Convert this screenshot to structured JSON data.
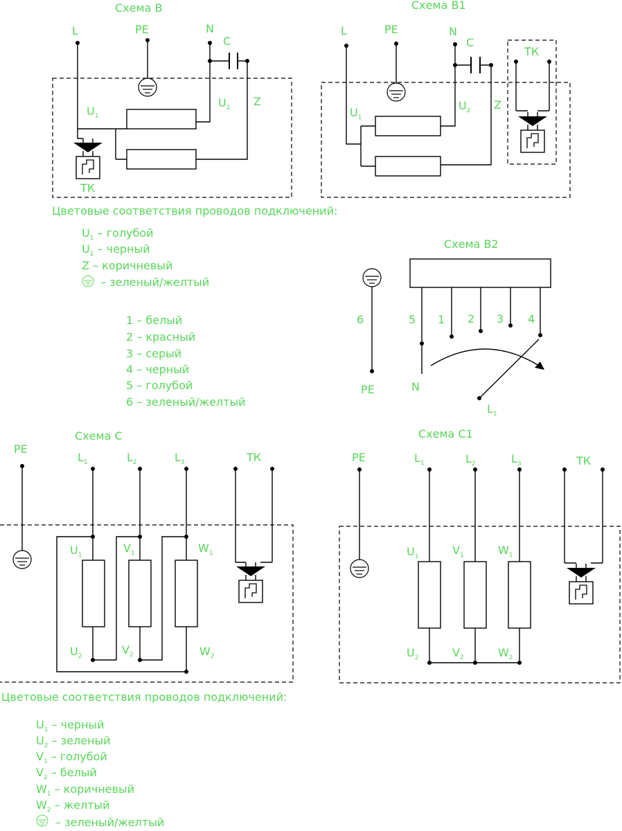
{
  "schemes": {
    "b": {
      "title": "Схема В",
      "tk": "ТК",
      "z": "Z"
    },
    "b1": {
      "title": "Схема В1",
      "tk": "ТК",
      "z": "Z"
    },
    "b2": {
      "title": "Схема В2",
      "n": "N",
      "pe": "PE",
      "l": "L",
      "wires": [
        "5",
        "1",
        "2",
        "3",
        "4"
      ],
      "ground_wire": "6"
    },
    "c": {
      "title": "Схема С",
      "tk": "ТК"
    },
    "c1": {
      "title": "Схема С1",
      "tk": "ТК"
    }
  },
  "labels": {
    "l": "L",
    "pe": "PE",
    "n": "N",
    "c": "C",
    "u": "U",
    "v": "V",
    "w": "W",
    "sub1": "1",
    "sub2": "2",
    "sub3": "3"
  },
  "legend1": {
    "title": "Цветовые соответствия проводов подключений:",
    "u1": "– голубой",
    "u2": "– черный",
    "z": "Z – коричневый",
    "ground": "– зеленый/желтый"
  },
  "numbered": [
    "1 – белый",
    "2 – красный",
    "3 – серый",
    "4 – черный",
    "5 – голубой",
    "6 – зеленый/желтый"
  ],
  "legend2": {
    "title": "Цветовые соответствия проводов подключений:",
    "u1": "– черный",
    "u2": "– зеленый",
    "v1": "– голубой",
    "v2": "– белый",
    "w1": "– коричневый",
    "w2": "– желтый",
    "ground": "– зеленый/желтый"
  },
  "colors": {
    "label_green": "#59d659",
    "line": "#000000"
  }
}
